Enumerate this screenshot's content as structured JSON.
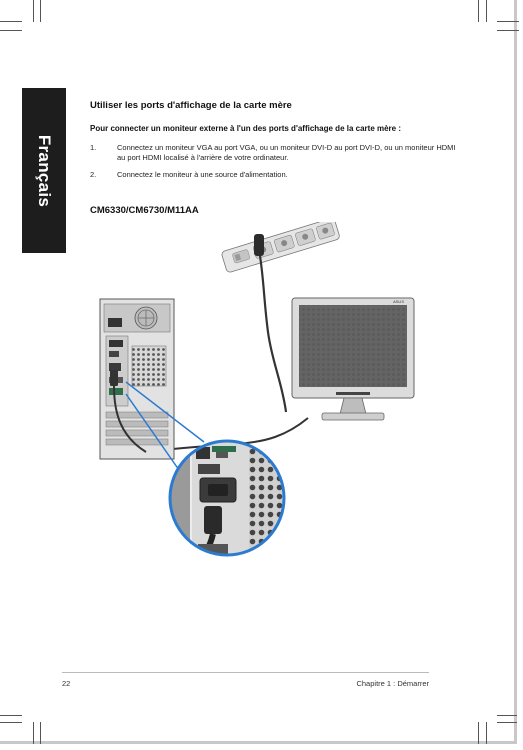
{
  "sidebar": {
    "language": "Français"
  },
  "content": {
    "heading": "Utiliser les ports d'affichage de la carte mère",
    "subheading": "Pour connecter un moniteur externe à l'un des ports d'affichage de la carte mère :",
    "steps": [
      {
        "num": "1.",
        "text": "Connectez un moniteur VGA au port VGA, ou un moniteur DVI-D au port DVI-D, ou un moniteur HDMI au port HDMI localisé à l'arrière de votre ordinateur."
      },
      {
        "num": "2.",
        "text": "Connectez le moniteur à une source d'alimentation."
      }
    ],
    "model": "CM6330/CM6730/M11AA"
  },
  "illustration": {
    "monitor_brand": "ASUS"
  },
  "footer": {
    "page_number": "22",
    "chapter": "Chapitre 1 : Démarrer"
  },
  "colors": {
    "callout": "#2b7bd0",
    "tab": "#1d1d1d"
  }
}
